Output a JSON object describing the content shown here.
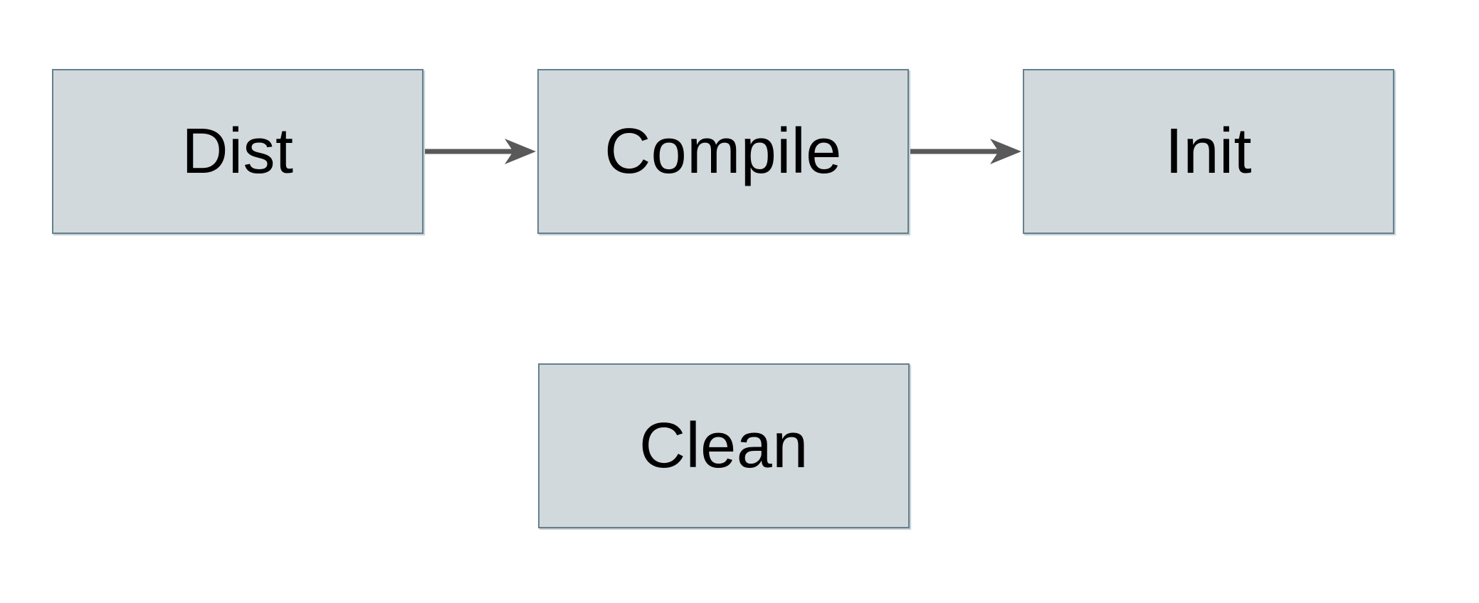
{
  "diagram": {
    "title": "build-tasks-flowchart",
    "background_color": "#ffffff",
    "node_fill_color": "#d1d9dc",
    "node_border_color": "#65808d",
    "arrow_color": "#595959",
    "text_color": "#000000",
    "nodes": [
      {
        "id": "dist",
        "label": "Dist"
      },
      {
        "id": "compile",
        "label": "Compile"
      },
      {
        "id": "init",
        "label": "Init"
      },
      {
        "id": "clean",
        "label": "Clean"
      }
    ],
    "edges": [
      {
        "from": "Dist",
        "to": "Compile",
        "style": "arrow-right"
      },
      {
        "from": "Compile",
        "to": "Init",
        "style": "arrow-right"
      }
    ]
  }
}
